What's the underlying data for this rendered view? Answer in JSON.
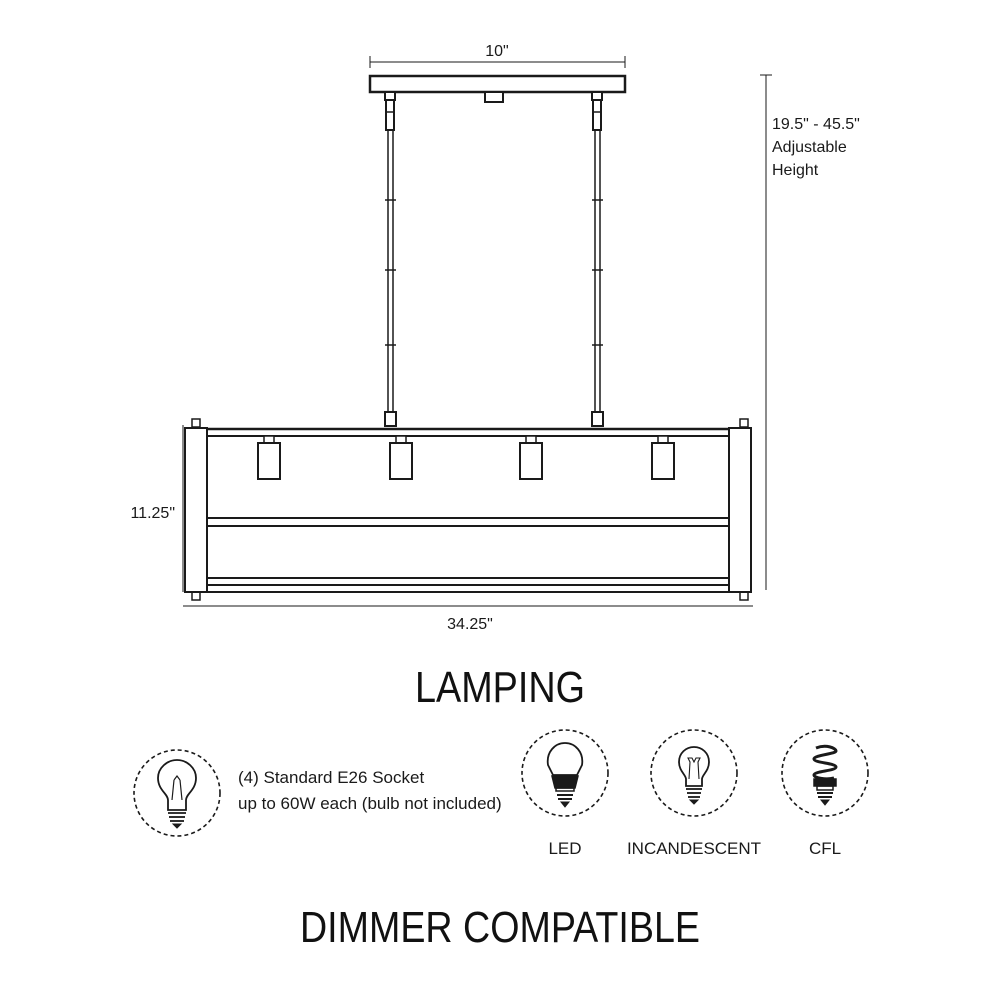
{
  "dimensions": {
    "canopy_width": "10\"",
    "height_line1": "19.5\" - 45.5\"",
    "height_line2": "Adjustable",
    "height_line3": "Height",
    "fixture_height": "11.25\"",
    "fixture_width": "34.25\""
  },
  "lamping": {
    "title": "LAMPING",
    "socket_line1": "(4) Standard E26 Socket",
    "socket_line2": "up to 60W each (bulb not included)",
    "bulb_types": [
      {
        "label": "LED",
        "icon": "led-bulb-icon"
      },
      {
        "label": "INCANDESCENT",
        "icon": "incandescent-bulb-icon"
      },
      {
        "label": "CFL",
        "icon": "cfl-bulb-icon"
      }
    ]
  },
  "footer": {
    "title": "DIMMER COMPATIBLE"
  },
  "colors": {
    "line": "#1a1a1a",
    "background": "#ffffff"
  }
}
